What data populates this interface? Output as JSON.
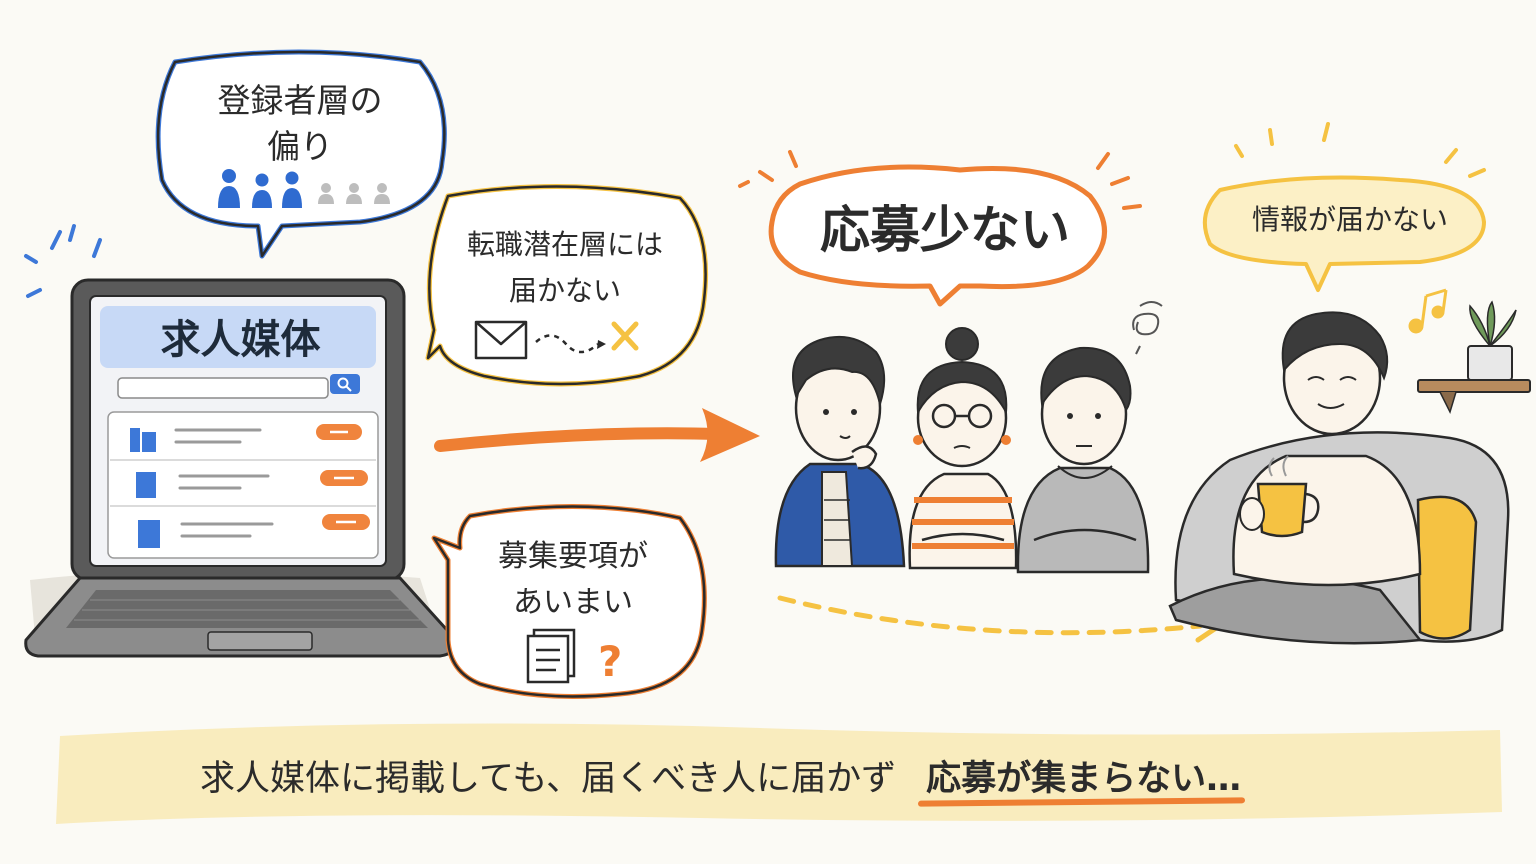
{
  "laptop": {
    "media_title": "求人媒体"
  },
  "bubbles": {
    "registrant_bias": [
      "登録者層の",
      "偏り"
    ],
    "passive_candidates": [
      "転職潜在層には",
      "届かない"
    ],
    "vague_requirements": [
      "募集要項が",
      "あいまい"
    ],
    "few_applicants": "応募少ない",
    "info_not_reaching": "情報が届かない"
  },
  "caption": {
    "main": "求人媒体に掲載しても、届くべき人に届かず",
    "emphasis": "応募が集まらない…"
  },
  "colors": {
    "blue": "#3d78d8",
    "orange": "#ee7f33",
    "yellow": "#f5c242",
    "highlight": "#f8eab8"
  },
  "icons": [
    "person-icon",
    "search-icon",
    "building-icon",
    "envelope-icon",
    "x-mark-icon",
    "document-icon",
    "question-icon",
    "music-note-icon",
    "plant-icon",
    "mug-icon",
    "dizzy-icon"
  ]
}
